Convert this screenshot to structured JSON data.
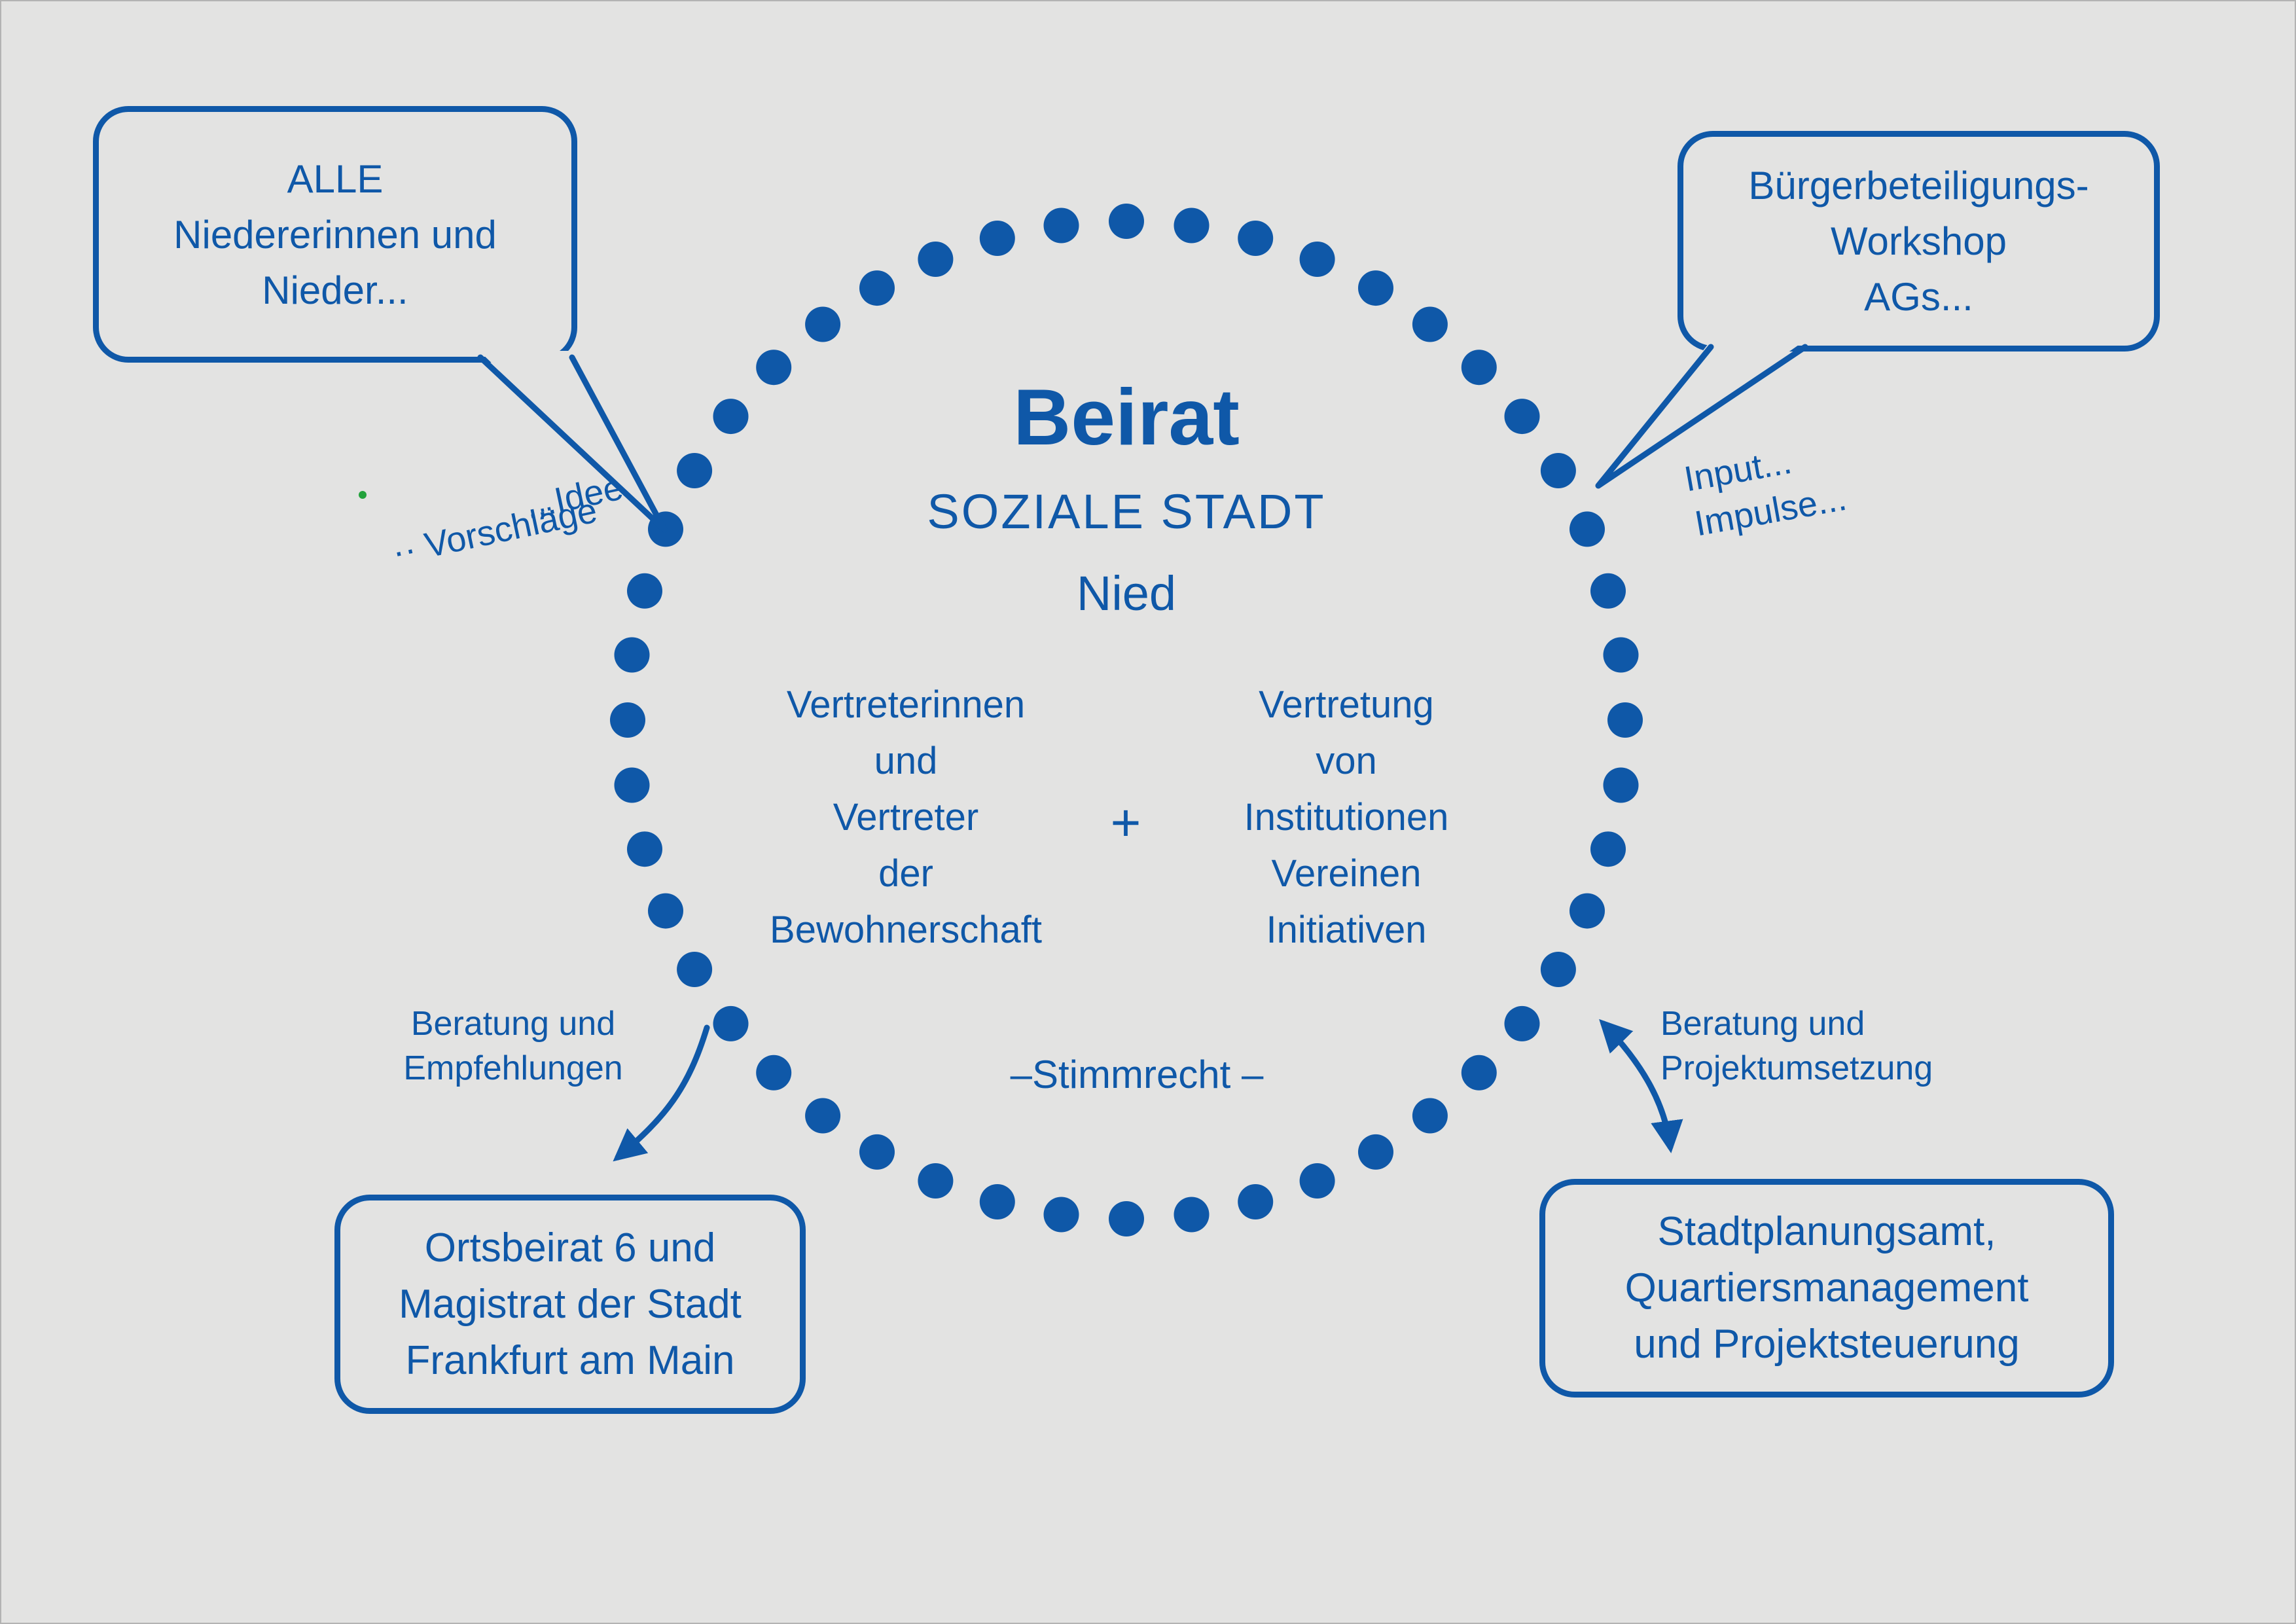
{
  "colors": {
    "blue": "#0f58a8",
    "background": "#e3e3e2",
    "green_mark": "#23a23c"
  },
  "circle": {
    "title": "Beirat",
    "subtitle1": "SOZIALE STADT",
    "subtitle2": "Nied",
    "left_column": [
      "Vertreterinnen",
      "und",
      "Vertreter",
      "der",
      "Bewohnerschaft"
    ],
    "plus": "+",
    "right_column": [
      "Vertretung",
      "von",
      "Institutionen",
      "Vereinen",
      "Initiativen"
    ],
    "bottom_note": "–Stimmrecht  –",
    "ring": {
      "dot_count": 48
    }
  },
  "bubbles": {
    "top_left": {
      "lines": [
        "ALLE",
        "Niedererinnen und",
        "Nieder..."
      ]
    },
    "top_right": {
      "lines": [
        "Bürgerbeteiligungs-",
        "Workshop",
        "AGs..."
      ]
    },
    "bottom_left": {
      "lines": [
        "Ortsbeirat 6 und",
        "Magistrat der Stadt",
        "Frankfurt am Main"
      ]
    },
    "bottom_right": {
      "lines": [
        "Stadtplanungsamt,",
        "Quartiersmanagement",
        "und Projektsteuerung"
      ]
    }
  },
  "annotations": {
    "ideen": {
      "lines": [
        "...Ideen",
        "·· Vorschläge"
      ]
    },
    "input": {
      "lines": [
        "Input...",
        "Impulse..."
      ]
    },
    "beratung_left": {
      "lines": [
        "Beratung und",
        "Empfehlungen"
      ]
    },
    "beratung_right": {
      "lines": [
        "Beratung und",
        "Projektumsetzung"
      ]
    }
  }
}
